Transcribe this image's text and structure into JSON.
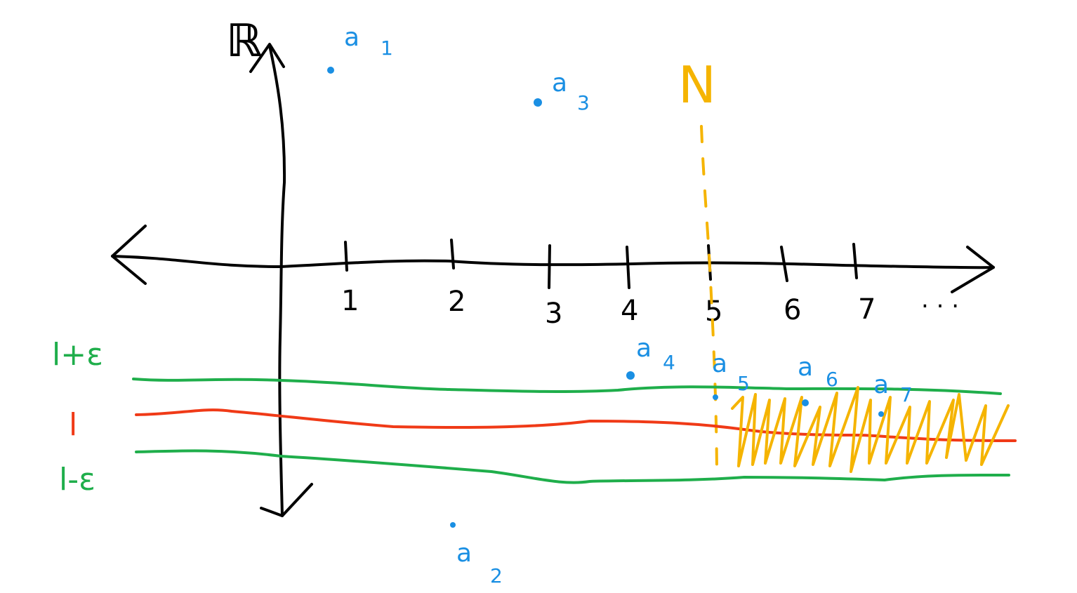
{
  "axis_labels": {
    "vertical": "ℝ",
    "threshold": "N"
  },
  "ticks": [
    "1",
    "2",
    "3",
    "4",
    "5",
    "6",
    "7"
  ],
  "ellipsis": ". . .",
  "sequence_points": [
    {
      "letter": "a",
      "index": "1"
    },
    {
      "letter": "a",
      "index": "2"
    },
    {
      "letter": "a",
      "index": "3"
    },
    {
      "letter": "a",
      "index": "4"
    },
    {
      "letter": "a",
      "index": "5"
    },
    {
      "letter": "a",
      "index": "6"
    },
    {
      "letter": "a",
      "index": "7"
    }
  ],
  "band_labels": {
    "upper": "l+ε",
    "limit": "l",
    "lower": "l-ε"
  },
  "colors": {
    "axis": "#000000",
    "points": "#1a8fe3",
    "band": "#1fae4b",
    "limit": "#f03a17",
    "threshold": "#f5b400"
  }
}
